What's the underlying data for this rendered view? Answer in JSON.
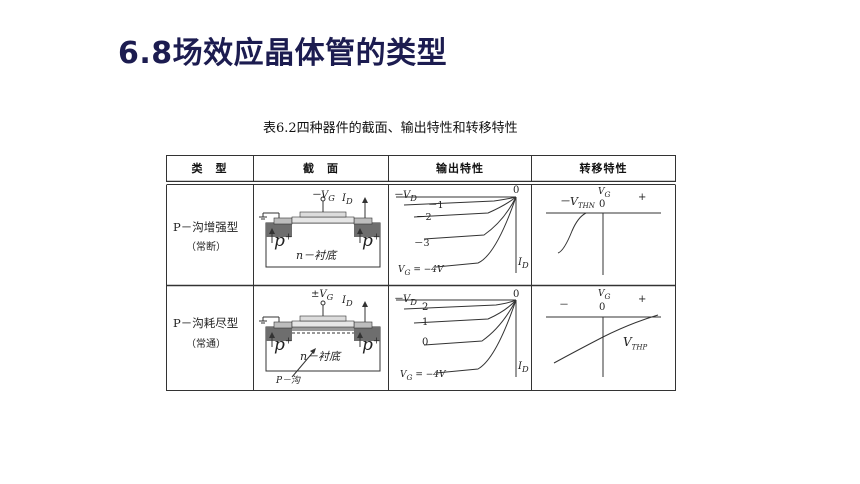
{
  "slide": {
    "title": "6.8场效应晶体管的类型"
  },
  "table": {
    "caption": "表6.2四种器件的截面、输出特性和转移特性",
    "headers": {
      "type": "类　型",
      "section": "截　面",
      "output": "输出特性",
      "transfer": "转移特性"
    },
    "rows": [
      {
        "type_label": "P－沟增强型",
        "type_sub": "（常断）",
        "section": {
          "gate": "－V",
          "gate_sub": "G",
          "drain": "I",
          "drain_sub": "D",
          "substrate": "n－衬底",
          "p_left": "p",
          "p_right": "p",
          "plus": "+"
        },
        "output": {
          "axis_v": "－V",
          "axis_v_sub": "D",
          "axis_i": "I",
          "axis_i_sub": "D",
          "origin": "0",
          "curve_labels": [
            "－1",
            "－2",
            "－3"
          ],
          "vg_label": "V",
          "vg_sub": "G",
          "vg_value": " = −4V"
        },
        "transfer": {
          "minus": "－",
          "vth": "V",
          "vth_sub": "THN",
          "vg": "V",
          "vg_sub": "G",
          "zero": "0",
          "plus": "+"
        }
      },
      {
        "type_label": "P－沟耗尽型",
        "type_sub": "（常通）",
        "section": {
          "gate": "±V",
          "gate_sub": "G",
          "drain": "I",
          "drain_sub": "D",
          "substrate": "n－衬底",
          "p_left": "p",
          "p_right": "p",
          "plus": "+",
          "channel": "P－沟"
        },
        "output": {
          "axis_v": "－V",
          "axis_v_sub": "D",
          "axis_i": "I",
          "axis_i_sub": "D",
          "origin": "0",
          "curve_labels": [
            "2",
            "1",
            "0"
          ],
          "vg_label": "V",
          "vg_sub": "G",
          "vg_value": " = −4V"
        },
        "transfer": {
          "minus": "－",
          "vth": "V",
          "vth_sub": "THP",
          "vg": "V",
          "vg_sub": "G",
          "zero": "0",
          "plus": "+"
        }
      }
    ]
  }
}
